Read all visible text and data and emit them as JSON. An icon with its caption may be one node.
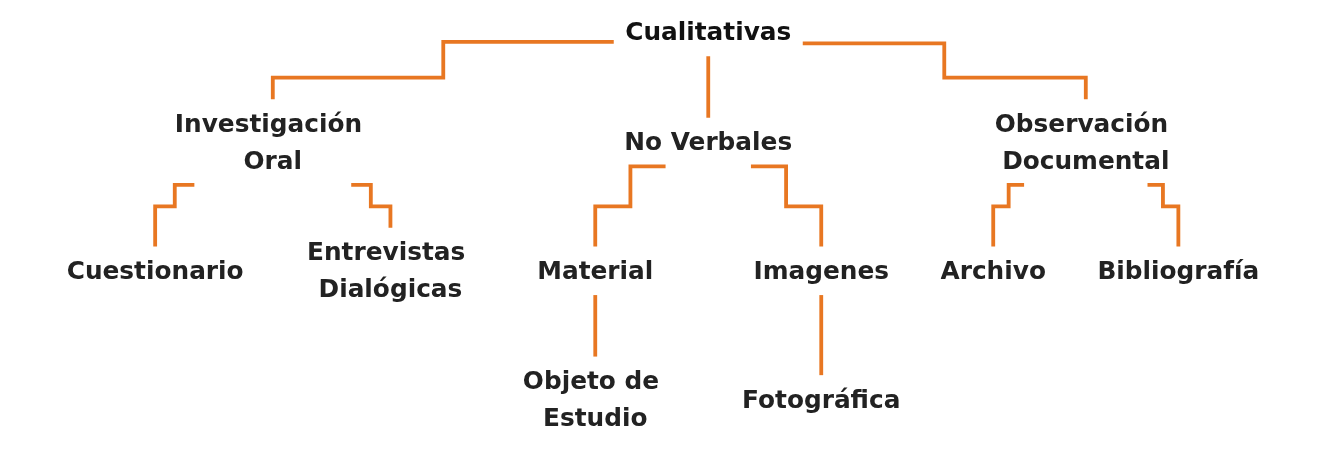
{
  "diagram": {
    "nodes": [
      {
        "text": [
          "Cualitativas"
        ]
      },
      {
        "text": [
          "Investigación Oral"
        ]
      },
      {
        "text": [
          "No Verbales"
        ]
      },
      {
        "text": [
          "Observación Documental"
        ]
      },
      {
        "text": [
          "Cuestionario"
        ]
      },
      {
        "text": [
          "Entrevistas Dialógicas"
        ]
      },
      {
        "text": [
          "Material"
        ]
      },
      {
        "text": [
          "Imagenes"
        ]
      },
      {
        "text": [
          "Archivo"
        ]
      },
      {
        "text": [
          "Bibliografía"
        ]
      },
      {
        "text": [
          "Objeto de Estudio"
        ]
      },
      {
        "text": [
          "Fotográfica"
        ]
      }
    ],
    "edges": [
      {
        "from": 0,
        "to": 1,
        "arrow": "none"
      },
      {
        "from": 0,
        "to": 2,
        "arrow": "none"
      },
      {
        "from": 0,
        "to": 3,
        "arrow": "none"
      },
      {
        "from": 1,
        "to": 4,
        "arrow": "none"
      },
      {
        "from": 1,
        "to": 5,
        "arrow": "none"
      },
      {
        "from": 2,
        "to": 6,
        "arrow": "none"
      },
      {
        "from": 2,
        "to": 7,
        "arrow": "none"
      },
      {
        "from": 3,
        "to": 8,
        "arrow": "none"
      },
      {
        "from": 3,
        "to": 9,
        "arrow": "none"
      },
      {
        "from": 6,
        "to": 10,
        "arrow": "none"
      },
      {
        "from": 7,
        "to": 11,
        "arrow": "none"
      }
    ]
  }
}
